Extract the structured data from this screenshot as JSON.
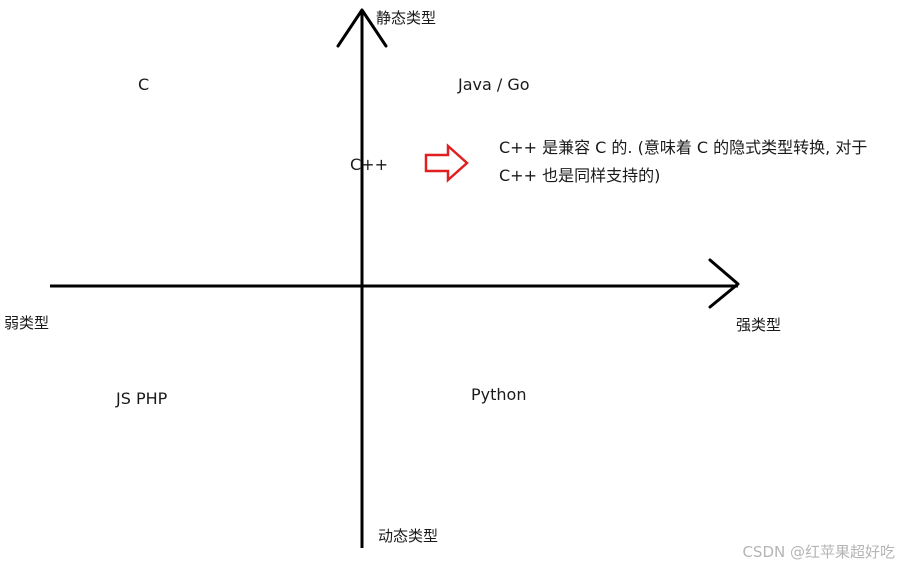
{
  "axes": {
    "top_label": "静态类型",
    "bottom_label": "动态类型",
    "left_label": "弱类型",
    "right_label": "强类型"
  },
  "languages": {
    "top_left": "C",
    "top_right": "Java / Go",
    "center": "C++",
    "bottom_left": "JS PHP",
    "bottom_right": "Python"
  },
  "note": {
    "line1": "C++ 是兼容 C 的. (意味着 C 的隐式类型转换, 对于",
    "line2": "C++ 也是同样支持的)"
  },
  "arrow_color": "#e02020",
  "watermark": "CSDN @红苹果超好吃"
}
